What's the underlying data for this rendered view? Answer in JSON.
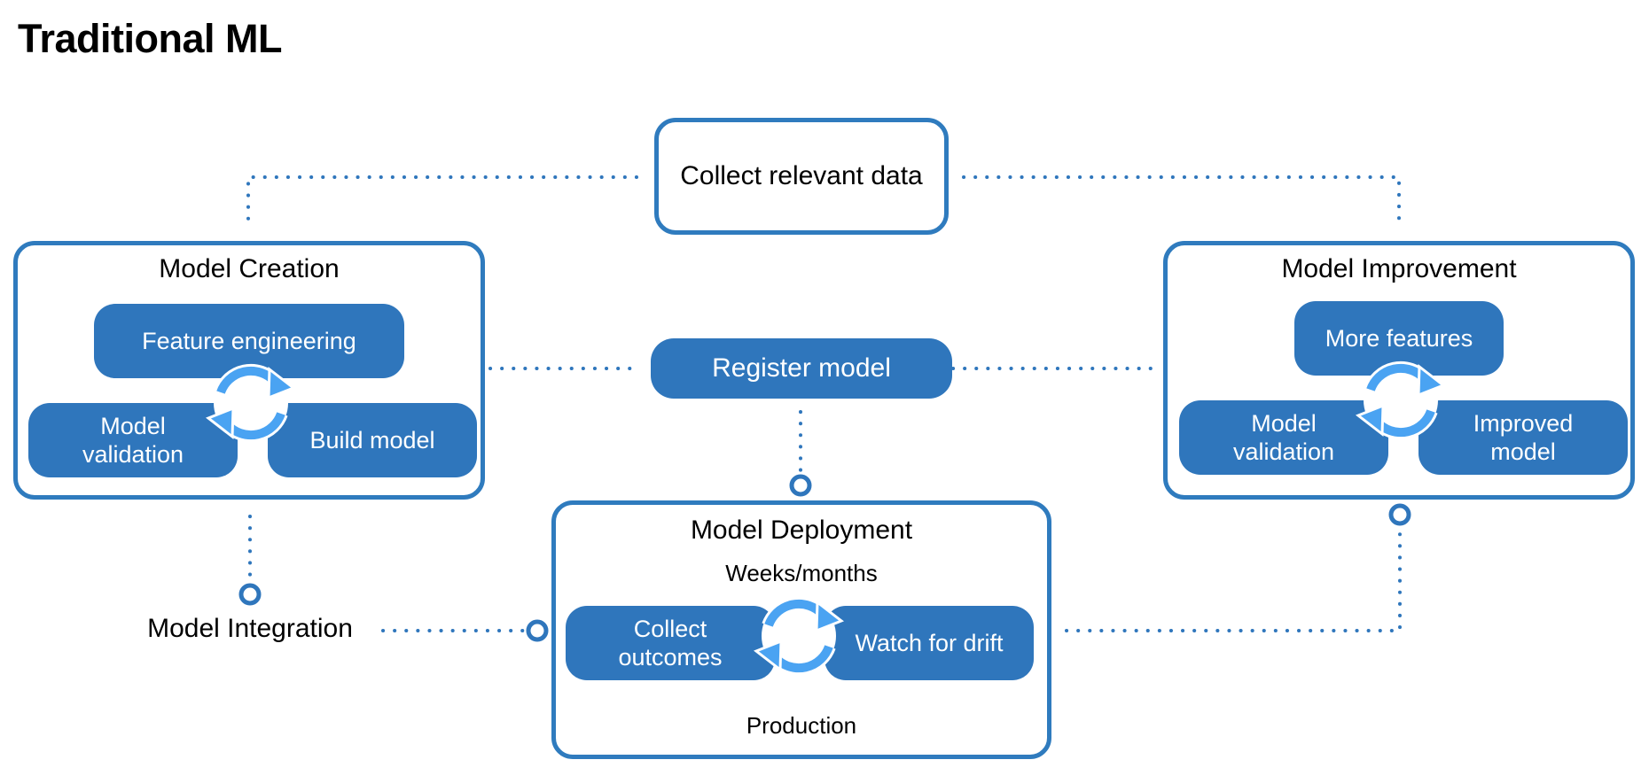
{
  "title": "Traditional ML",
  "collect": {
    "label": "Collect relevant data"
  },
  "register": {
    "label": "Register model"
  },
  "integration": {
    "label": "Model Integration"
  },
  "creation": {
    "title": "Model Creation",
    "feature": "Feature engineering",
    "validation": "Model\nvalidation",
    "build": "Build model"
  },
  "improvement": {
    "title": "Model Improvement",
    "more_features": "More features",
    "validation": "Model\nvalidation",
    "improved": "Improved\nmodel"
  },
  "deployment": {
    "title": "Model Deployment",
    "subtitle": "Weeks/months",
    "collect_outcomes": "Collect\noutcomes",
    "watch": "Watch for drift",
    "footer": "Production"
  },
  "colors": {
    "frame": "#2F7BBE",
    "pill": "#2F76BC",
    "cycle_arrow": "#4AA3F2",
    "dots": "#2F76BC"
  },
  "icons": [
    "refresh-cycle-icon"
  ]
}
